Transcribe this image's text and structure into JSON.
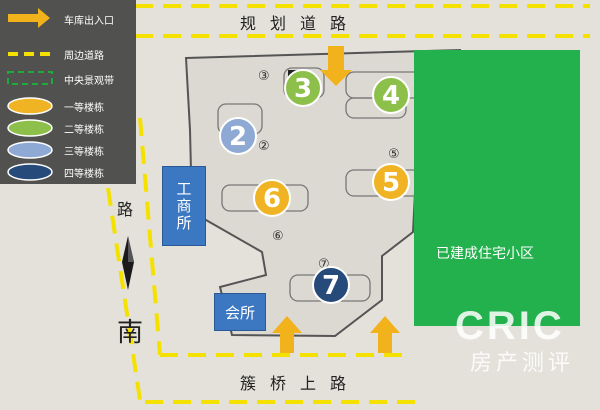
{
  "legend": {
    "items": [
      {
        "type": "arrow",
        "label": "车库出入口",
        "color": "#f2b21b"
      },
      {
        "type": "dashed-yellow",
        "label": "周边道路",
        "color": "#f5e100"
      },
      {
        "type": "dashed-green",
        "label": "中央景观带",
        "color": "#1faa3c"
      },
      {
        "type": "ellipse",
        "label": "一等楼栋",
        "color": "#f0b323"
      },
      {
        "type": "ellipse",
        "label": "二等楼栋",
        "color": "#8dc04a"
      },
      {
        "type": "ellipse",
        "label": "三等楼栋",
        "color": "#8ea9d4"
      },
      {
        "type": "ellipse",
        "label": "四等楼栋",
        "color": "#264a7a"
      }
    ]
  },
  "roads": {
    "north": "规划道路",
    "south": "簇桥上路",
    "west_char": "路"
  },
  "compass": {
    "label": "南"
  },
  "facilities": {
    "commerce": "工商所",
    "clubhouse": "会所"
  },
  "completed_area": "已建成住宅小区",
  "buildings": [
    {
      "number": "2",
      "grade": "三等楼栋",
      "color": "#8ea9d4"
    },
    {
      "number": "3",
      "grade": "二等楼栋",
      "color": "#8dc04a"
    },
    {
      "number": "4",
      "grade": "二等楼栋",
      "color": "#8dc04a"
    },
    {
      "number": "5",
      "grade": "一等楼栋",
      "color": "#f0b323"
    },
    {
      "number": "6",
      "grade": "一等楼栋",
      "color": "#f0b323"
    },
    {
      "number": "7",
      "grade": "四等楼栋",
      "color": "#264a7a"
    }
  ],
  "printed_numbers": [
    "③",
    "②",
    "⑤",
    "⑥",
    "⑦"
  ],
  "watermark": {
    "brand": "CRIC",
    "sub": "房产测评"
  },
  "colors": {
    "road_yellow": "#f5e100",
    "arrow_orange": "#f2b21b",
    "green_area": "#22b14c",
    "blue_box": "#3b78c1"
  }
}
